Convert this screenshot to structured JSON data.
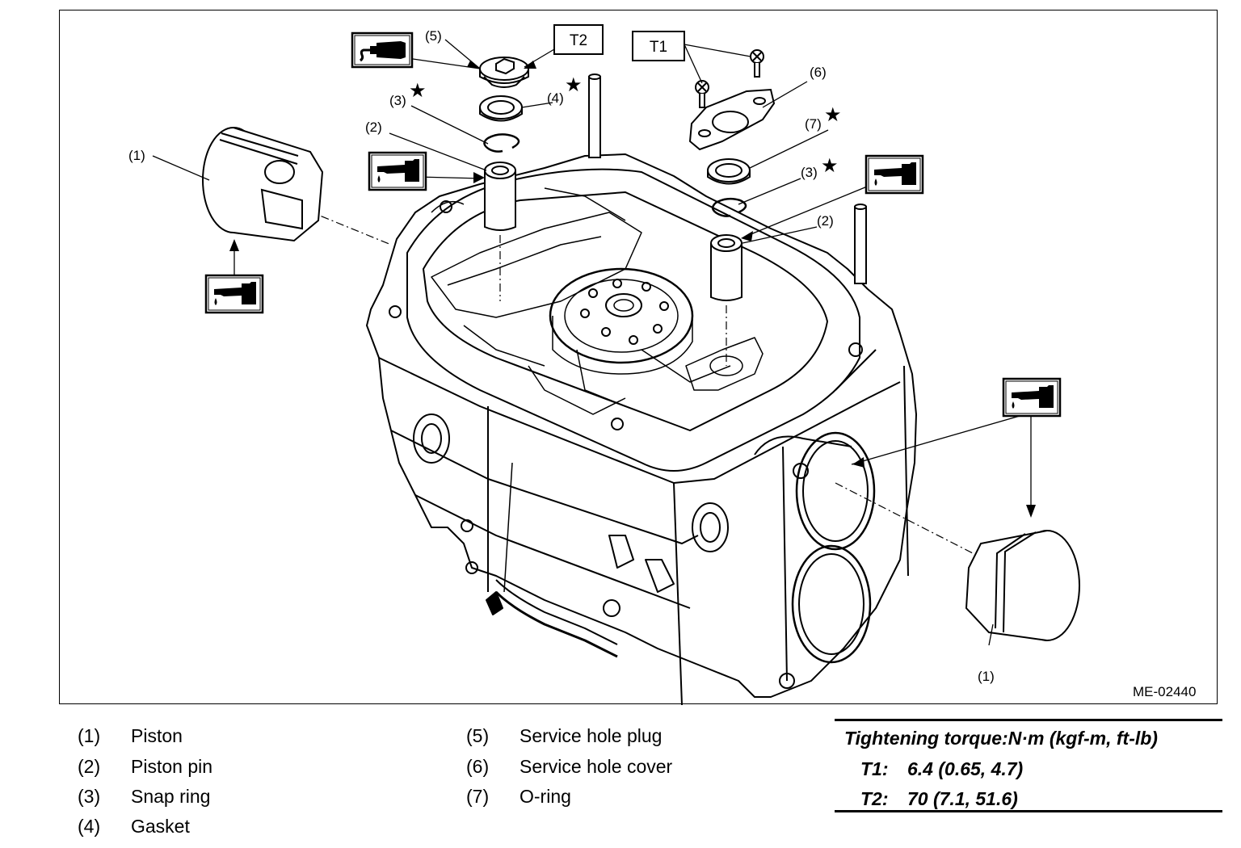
{
  "diagram": {
    "ref_code": "ME-02440",
    "callouts": {
      "piston_left": "(1)",
      "piston_right": "(1)",
      "pin_left": "(2)",
      "pin_right": "(2)",
      "snap_left": "(3)",
      "snap_right": "(3)",
      "gasket": "(4)",
      "plug": "(5)",
      "cover": "(6)",
      "oring": "(7)"
    },
    "torque_tags": {
      "t1": "T1",
      "t2": "T2"
    },
    "star_symbol": "★",
    "icons": [
      "oil-can-icon",
      "grease-tube-icon"
    ]
  },
  "legend": {
    "items": [
      {
        "num": "(1)",
        "label": "Piston"
      },
      {
        "num": "(2)",
        "label": "Piston pin"
      },
      {
        "num": "(3)",
        "label": "Snap ring"
      },
      {
        "num": "(4)",
        "label": "Gasket"
      },
      {
        "num": "(5)",
        "label": "Service hole plug"
      },
      {
        "num": "(6)",
        "label": "Service hole cover"
      },
      {
        "num": "(7)",
        "label": "O-ring"
      }
    ]
  },
  "torque": {
    "title": "Tightening torque:N·m (kgf-m, ft-lb)",
    "rows": [
      {
        "key": "T1:",
        "value": "6.4 (0.65, 4.7)"
      },
      {
        "key": "T2:",
        "value": "70 (7.1, 51.6)"
      }
    ]
  }
}
